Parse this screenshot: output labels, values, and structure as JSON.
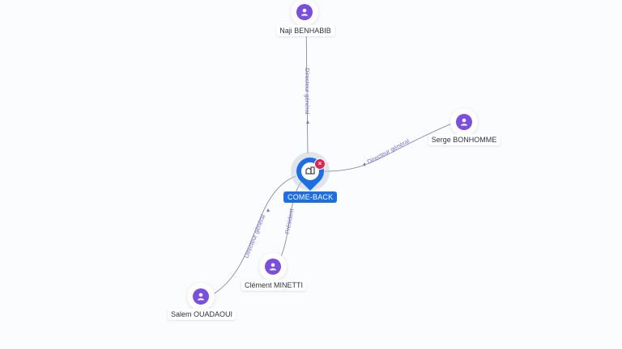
{
  "graph": {
    "center": {
      "label": "COME-BACK",
      "icon": "company-building-icon",
      "badge_icon": "close-icon",
      "badge_glyph": "×",
      "color": "#1a6ee6"
    },
    "nodes": [
      {
        "id": "naji",
        "label": "Naji BENHABIB",
        "icon": "person-icon"
      },
      {
        "id": "serge",
        "label": "Serge BONHOMME",
        "icon": "person-icon"
      },
      {
        "id": "clement",
        "label": "Clément MINETTI",
        "icon": "person-icon"
      },
      {
        "id": "salem",
        "label": "Salem OUADAOUI",
        "icon": "person-icon"
      }
    ],
    "edges": [
      {
        "from": "naji",
        "label": "Directeur général"
      },
      {
        "from": "serge",
        "label": "Directeur général"
      },
      {
        "from": "clement",
        "label": "Président"
      },
      {
        "from": "salem",
        "label": "Directeur général"
      }
    ],
    "colors": {
      "avatar": "#7a4fe0",
      "edge": "#6b7280",
      "edge_label": "#7b6cd9",
      "background": "#fbfcfe"
    }
  }
}
